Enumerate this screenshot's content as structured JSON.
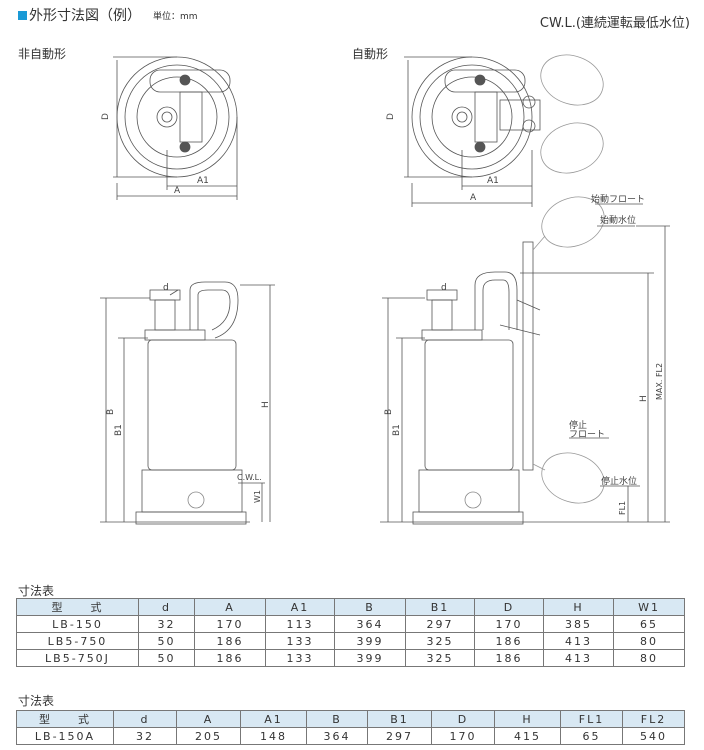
{
  "header": {
    "title": "外形寸法図（例）",
    "unit": "単位：mm",
    "cwl_note": "CW.L.(連続運転最低水位)"
  },
  "views": {
    "manual": {
      "label": "非自動形"
    },
    "auto": {
      "label": "自動形"
    }
  },
  "diagram_labels": {
    "D": "D",
    "A": "A",
    "A1": "A1",
    "B": "B",
    "B1": "B1",
    "H": "H",
    "d": "d",
    "W1": "W1",
    "CWL": "C.W.L.",
    "start_float": "始動フロート",
    "start_level": "始動水位",
    "stop_float_1": "停止",
    "stop_float_2": "フロート",
    "stop_level": "停止水位",
    "FL1": "FL1",
    "FL2": "MAX.  FL2"
  },
  "table1": {
    "caption": "寸法表",
    "headers": [
      "型　　式",
      "d",
      "A",
      "A1",
      "B",
      "B1",
      "D",
      "H",
      "W1"
    ],
    "rows": [
      [
        "LB-150",
        "32",
        "170",
        "113",
        "364",
        "297",
        "170",
        "385",
        "65"
      ],
      [
        "LB5-750",
        "50",
        "186",
        "133",
        "399",
        "325",
        "186",
        "413",
        "80"
      ],
      [
        "LB5-750J",
        "50",
        "186",
        "133",
        "399",
        "325",
        "186",
        "413",
        "80"
      ]
    ]
  },
  "table2": {
    "caption": "寸法表",
    "headers": [
      "型　　式",
      "d",
      "A",
      "A1",
      "B",
      "B1",
      "D",
      "H",
      "FL1",
      "FL2"
    ],
    "rows": [
      [
        "LB-150A",
        "32",
        "205",
        "148",
        "364",
        "297",
        "170",
        "415",
        "65",
        "540"
      ]
    ]
  },
  "colors": {
    "accent": "#1a9ad6",
    "table_header": "#d8e8f3"
  }
}
